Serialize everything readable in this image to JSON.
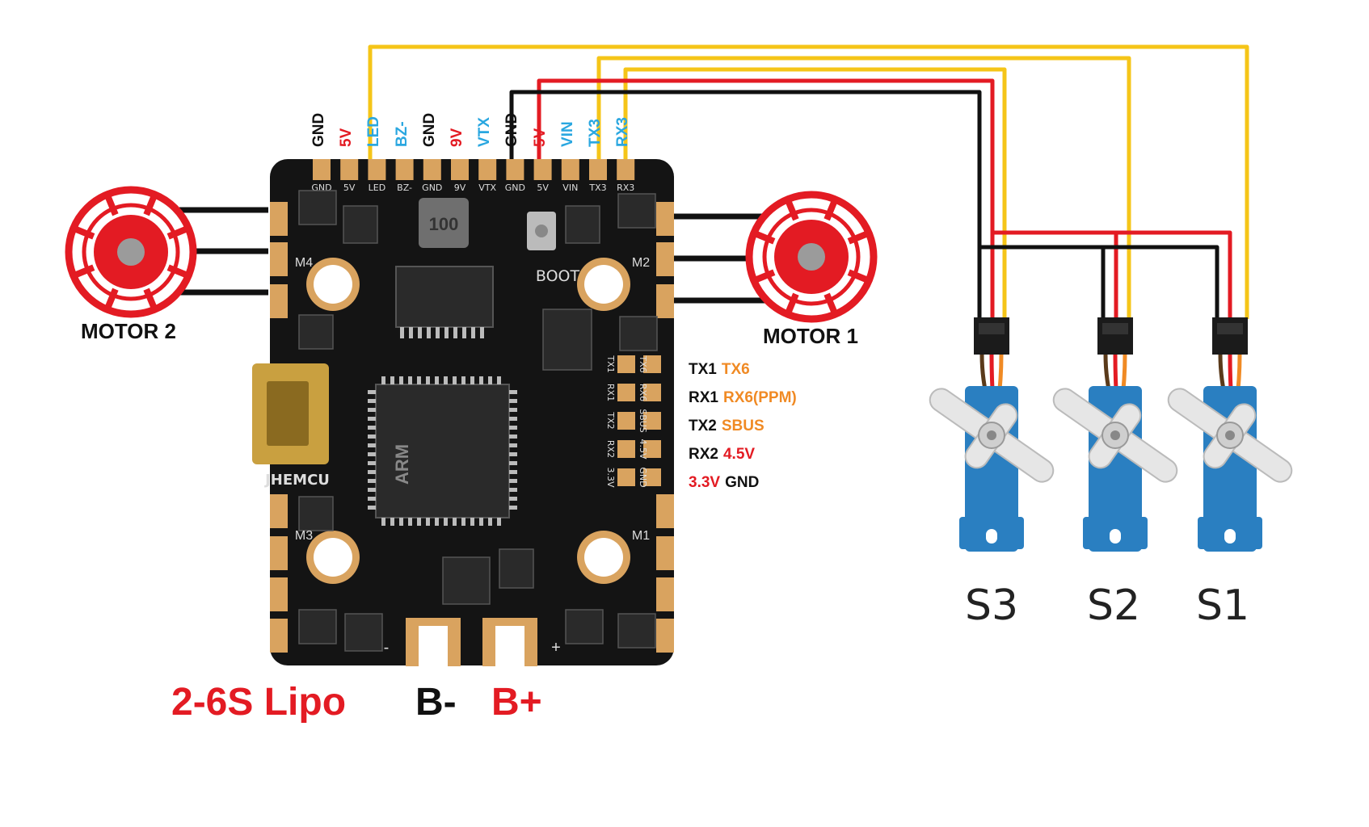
{
  "colors": {
    "black": "#111111",
    "red": "#e31b23",
    "blue": "#2aa7e0",
    "orange": "#f08a24",
    "yellow": "#f5c518",
    "board": "#141414",
    "pad": "#d9a35f",
    "servo_blue": "#2a7fc1"
  },
  "top_pins": [
    {
      "label": "GND",
      "color": "black"
    },
    {
      "label": "5V",
      "color": "red"
    },
    {
      "label": "LED",
      "color": "blue"
    },
    {
      "label": "BZ-",
      "color": "blue"
    },
    {
      "label": "GND",
      "color": "black"
    },
    {
      "label": "9V",
      "color": "red"
    },
    {
      "label": "VTX",
      "color": "blue"
    },
    {
      "label": "GND",
      "color": "black"
    },
    {
      "label": "5V",
      "color": "red"
    },
    {
      "label": "VIN",
      "color": "blue"
    },
    {
      "label": "TX3",
      "color": "blue"
    },
    {
      "label": "RX3",
      "color": "blue"
    }
  ],
  "silkscreen_top": [
    "GND",
    "5V",
    "LED",
    "BZ-",
    "GND",
    "9V",
    "VTX",
    "GND",
    "5V",
    "VIN",
    "TX3",
    "RX3"
  ],
  "silkscreen_side": [
    "TX1",
    "RX1",
    "TX2",
    "RX2",
    "3.3V"
  ],
  "silkscreen_side_right": [
    "TX6",
    "RX6",
    "SBUS",
    "4.5V",
    "GND"
  ],
  "side_pins": [
    {
      "primary": "TX1",
      "secondary": "TX6",
      "primary_color": "black",
      "secondary_color": "orange"
    },
    {
      "primary": "RX1",
      "secondary": "RX6(PPM)",
      "primary_color": "black",
      "secondary_color": "orange"
    },
    {
      "primary": "TX2",
      "secondary": "SBUS",
      "primary_color": "black",
      "secondary_color": "orange"
    },
    {
      "primary": "RX2",
      "secondary": "4.5V",
      "primary_color": "black",
      "secondary_color": "red"
    },
    {
      "primary": "3.3V",
      "secondary": "GND",
      "primary_color": "red",
      "secondary_color": "black"
    }
  ],
  "motors": [
    {
      "label": "MOTOR 2",
      "board_mark": "M4"
    },
    {
      "label": "MOTOR 1",
      "board_mark": "M2"
    }
  ],
  "board_marks": {
    "m4": "M4",
    "m2": "M2",
    "m3": "M3",
    "m1": "M1",
    "boot": "BOOT",
    "brand": "JHEMCU",
    "chip": "ARM",
    "inductor": "100",
    "minus": "-",
    "plus": "+"
  },
  "servos": [
    "S3",
    "S2",
    "S1"
  ],
  "battery": {
    "lipo": "2-6S Lipo",
    "neg": "B-",
    "pos": "B+"
  }
}
